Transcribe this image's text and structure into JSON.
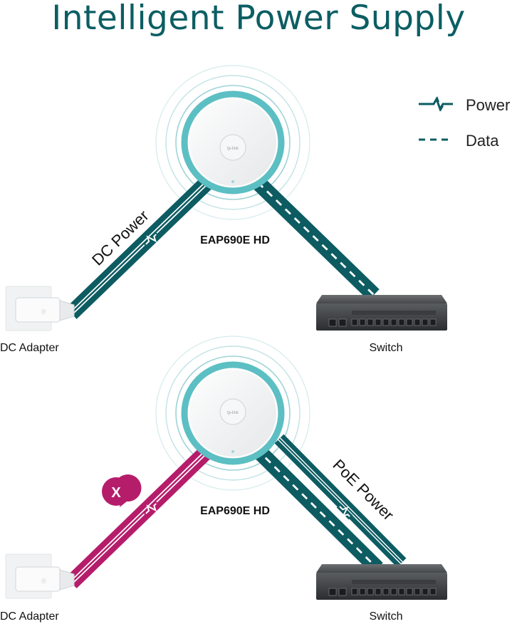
{
  "title": "Intelligent Power Supply",
  "legend": {
    "power_label": "Power",
    "data_label": "Data"
  },
  "colors": {
    "title": "#0c5e63",
    "cable_teal": "#0d5c62",
    "cable_magenta": "#b51d6b",
    "ring_teal": "#64c2c6",
    "fail_badge": "#b51d6b"
  },
  "top_scenario": {
    "device_label": "EAP690E HD",
    "adapter_label": "DC Adapter",
    "switch_label": "Switch",
    "cable_label": "DC Power",
    "device_logo": "tp-link"
  },
  "bottom_scenario": {
    "device_label": "EAP690E HD",
    "adapter_label": "DC Adapter",
    "switch_label": "Switch",
    "cable_label": "PoE Power",
    "fail_mark": "X",
    "device_logo": "tp-link"
  }
}
